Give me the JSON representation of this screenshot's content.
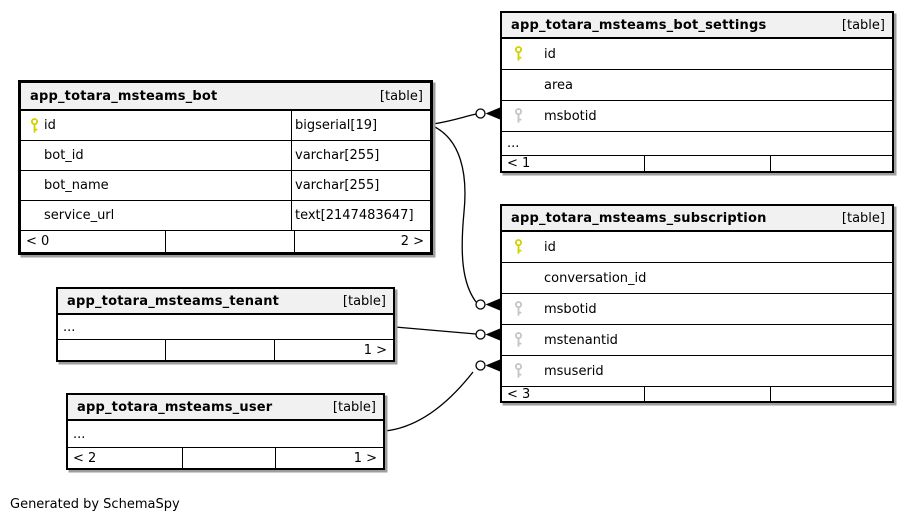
{
  "note": "Generated by SchemaSpy",
  "colors": {
    "header_bg": "#f1f1f1",
    "border": "#000000",
    "primary_key": "#d0d000",
    "foreign_key": "#c4c4c4",
    "shadow": "#9e9e9e"
  },
  "tables": [
    {
      "name": "app_totara_msteams_bot",
      "tag": "[table]",
      "columns": [
        {
          "name": "id",
          "type": "bigserial[19]",
          "key": "primary"
        },
        {
          "name": "bot_id",
          "type": "varchar[255]",
          "key": "none"
        },
        {
          "name": "bot_name",
          "type": "varchar[255]",
          "key": "none"
        },
        {
          "name": "service_url",
          "type": "text[2147483647]",
          "key": "none"
        }
      ],
      "footer": {
        "left": "< 0",
        "mid": "",
        "right": "2 >"
      }
    },
    {
      "name": "app_totara_msteams_bot_settings",
      "tag": "[table]",
      "columns": [
        {
          "name": "id",
          "key": "primary"
        },
        {
          "name": "area",
          "key": "none"
        },
        {
          "name": "msbotid",
          "key": "foreign"
        }
      ],
      "more": "...",
      "footer": {
        "left": "< 1",
        "mid": "",
        "right": ""
      }
    },
    {
      "name": "app_totara_msteams_subscription",
      "tag": "[table]",
      "columns": [
        {
          "name": "id",
          "key": "primary"
        },
        {
          "name": "conversation_id",
          "key": "none"
        },
        {
          "name": "msbotid",
          "key": "foreign"
        },
        {
          "name": "mstenantid",
          "key": "foreign"
        },
        {
          "name": "msuserid",
          "key": "foreign"
        }
      ],
      "footer": {
        "left": "< 3",
        "mid": "",
        "right": ""
      }
    },
    {
      "name": "app_totara_msteams_tenant",
      "tag": "[table]",
      "more": "...",
      "footer": {
        "left": "",
        "mid": "",
        "right": "1 >"
      }
    },
    {
      "name": "app_totara_msteams_user",
      "tag": "[table]",
      "more": "...",
      "footer": {
        "left": "< 2",
        "mid": "",
        "right": "1 >"
      }
    }
  ],
  "relationships": [
    {
      "from": "app_totara_msteams_bot.id",
      "to": "app_totara_msteams_bot_settings.msbotid"
    },
    {
      "from": "app_totara_msteams_bot.id",
      "to": "app_totara_msteams_subscription.msbotid"
    },
    {
      "from": "app_totara_msteams_tenant",
      "to": "app_totara_msteams_subscription.mstenantid"
    },
    {
      "from": "app_totara_msteams_user",
      "to": "app_totara_msteams_subscription.msuserid"
    }
  ]
}
